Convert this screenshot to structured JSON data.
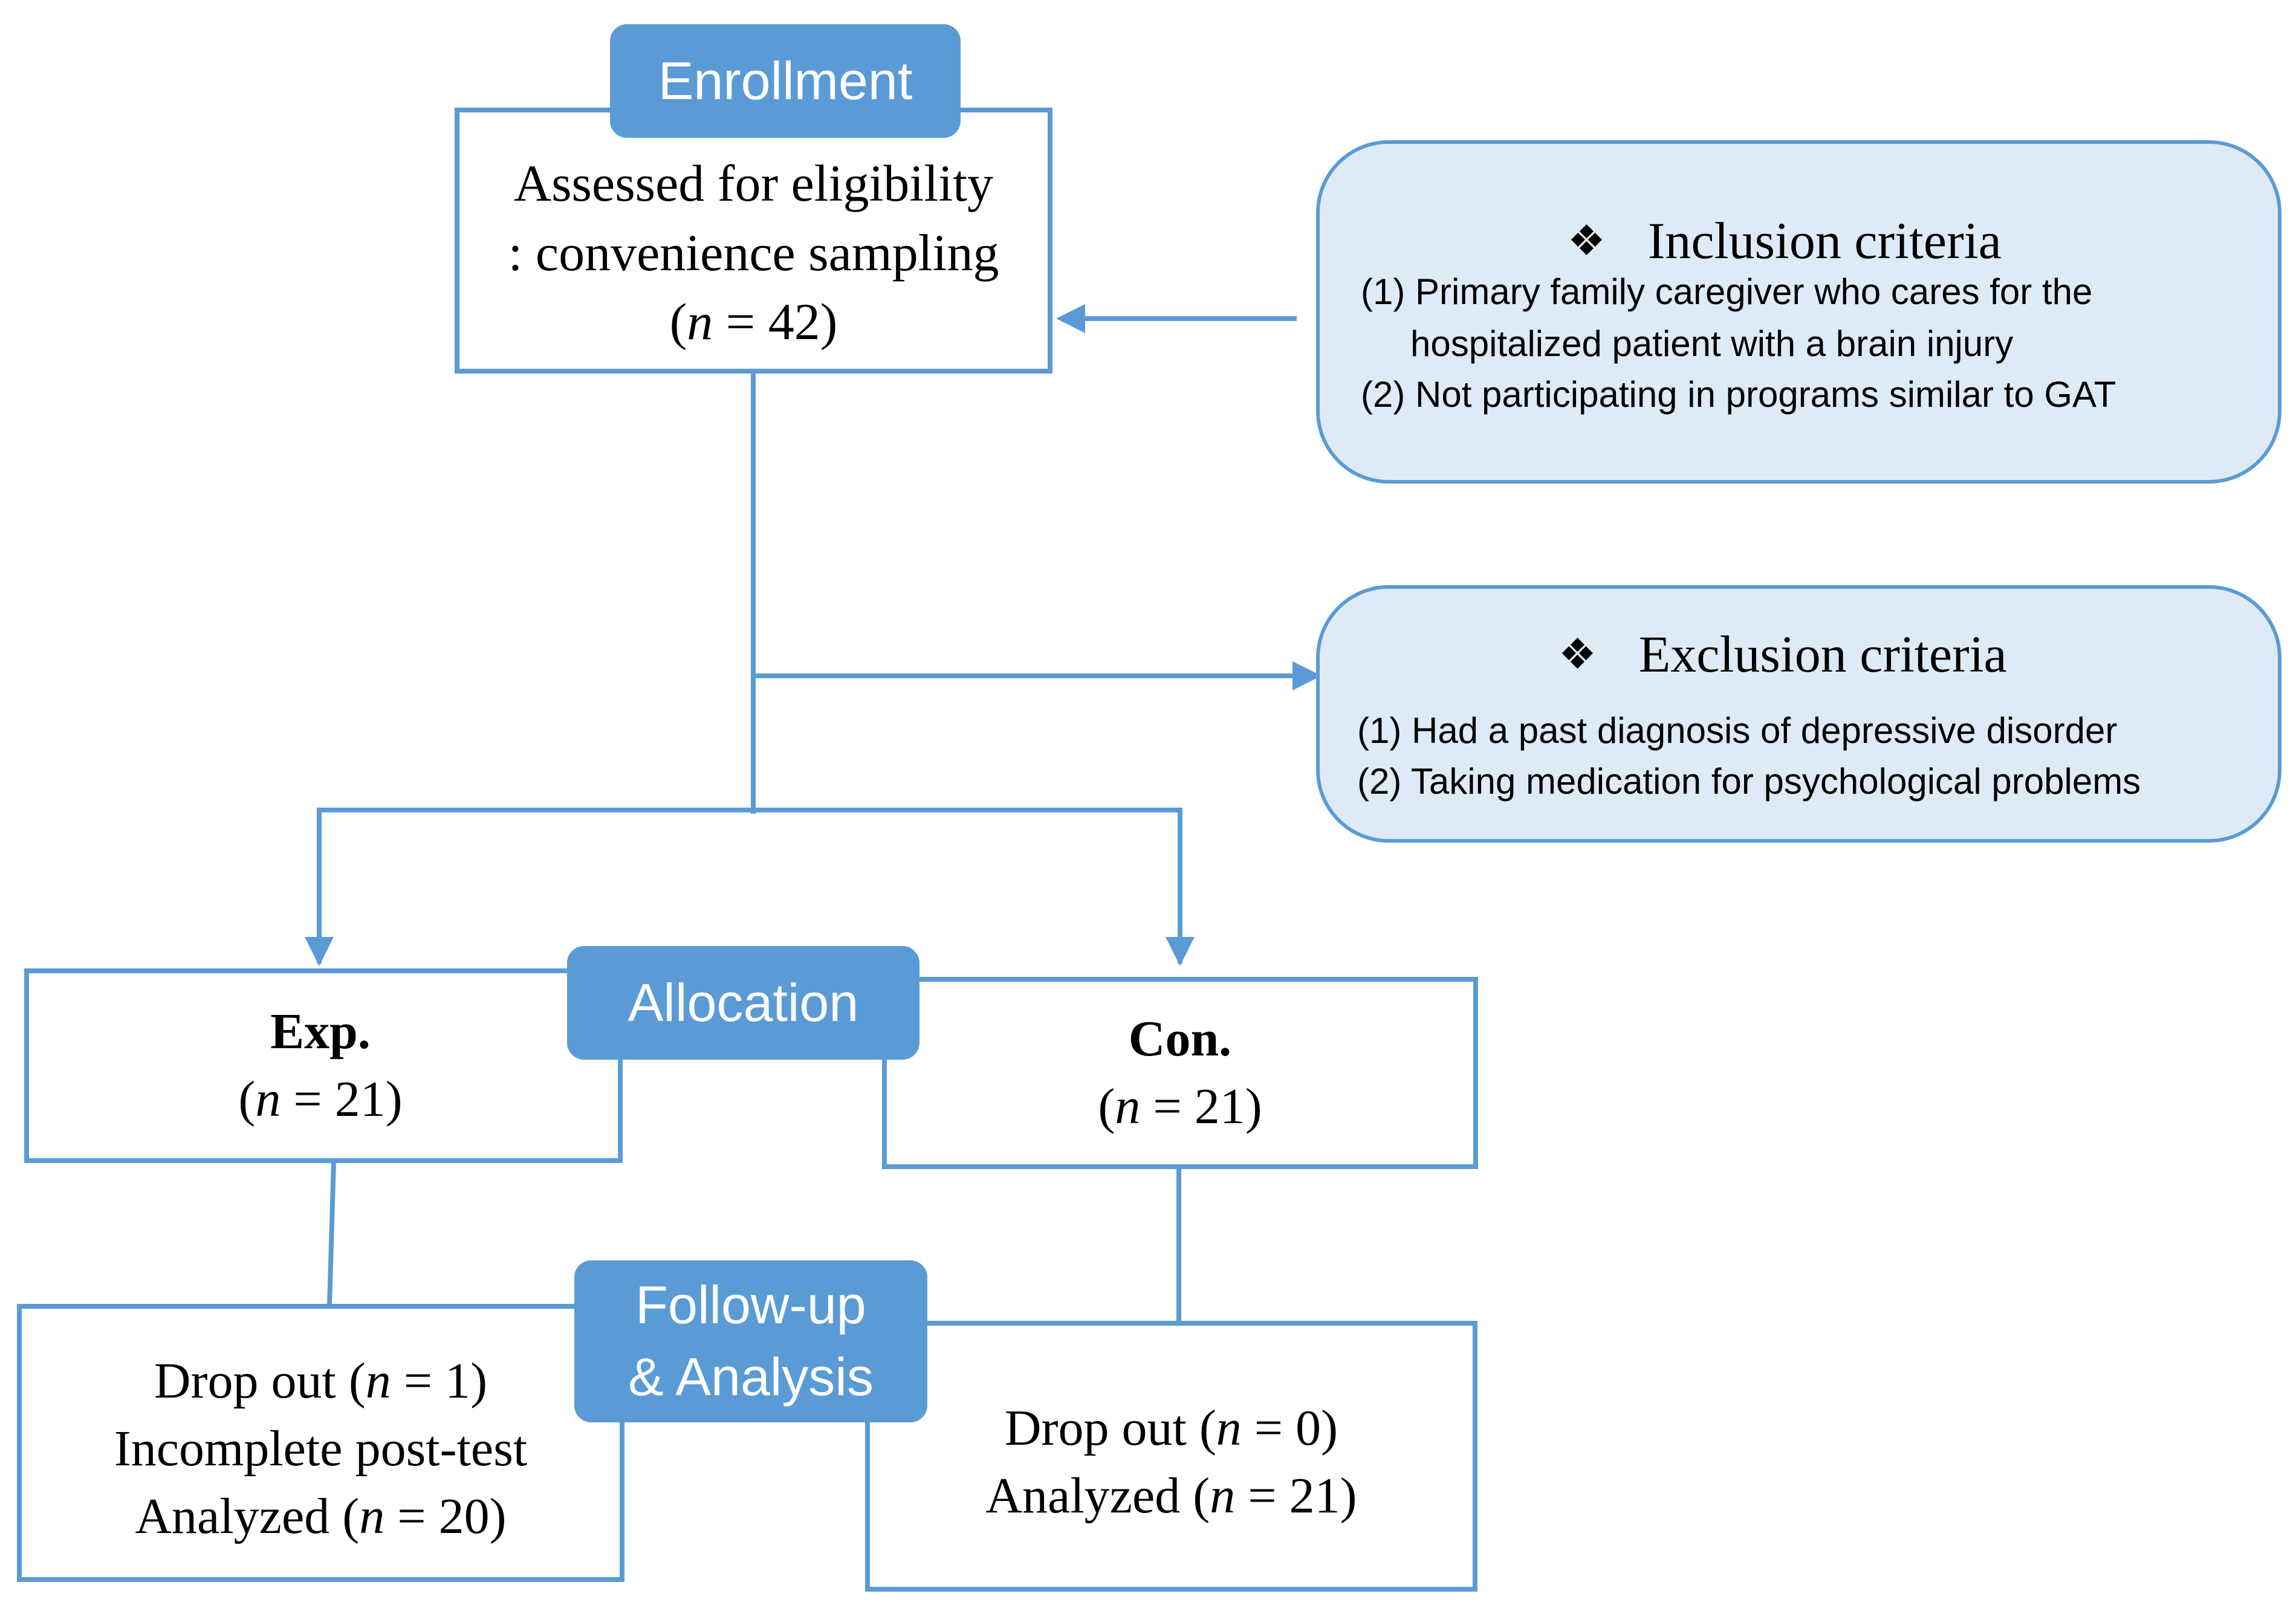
{
  "stages": {
    "enrollment": "Enrollment",
    "allocation": "Allocation",
    "followup_line1": "Follow-up",
    "followup_line2": "& Analysis"
  },
  "assessed": {
    "line1": "Assessed for eligibility",
    "line2": ": convenience sampling",
    "n": "42"
  },
  "inclusion": {
    "icon": "diamond-four-icon",
    "symbol": "❖",
    "title": "Inclusion criteria",
    "items": [
      "(1) Primary  family caregiver who cares for the",
      "hospitalized patient with a brain injury",
      "(2) Not participating in programs   similar to  GAT"
    ]
  },
  "exclusion": {
    "icon": "diamond-four-icon",
    "symbol": "❖",
    "title": "Exclusion criteria",
    "items": [
      "(1)  Had a past diagnosis of depressive disorder",
      "(2) Taking medication for  psychological  problems"
    ]
  },
  "exp": {
    "label": "Exp.",
    "n": "21"
  },
  "con": {
    "label": "Con.",
    "n": "21"
  },
  "exp_followup": {
    "dropout_label": "Drop out",
    "dropout_n": "1",
    "incomplete": "Incomplete post-test",
    "analyzed_label": "Analyzed",
    "analyzed_n": "20"
  },
  "con_followup": {
    "dropout_label": "Drop out",
    "dropout_n": "0",
    "analyzed_label": "Analyzed",
    "analyzed_n": "21"
  },
  "colors": {
    "accent": "#5b9bd5",
    "criteria_fill": "#deebf7",
    "text": "#000000",
    "label_text": "#ffffff"
  }
}
